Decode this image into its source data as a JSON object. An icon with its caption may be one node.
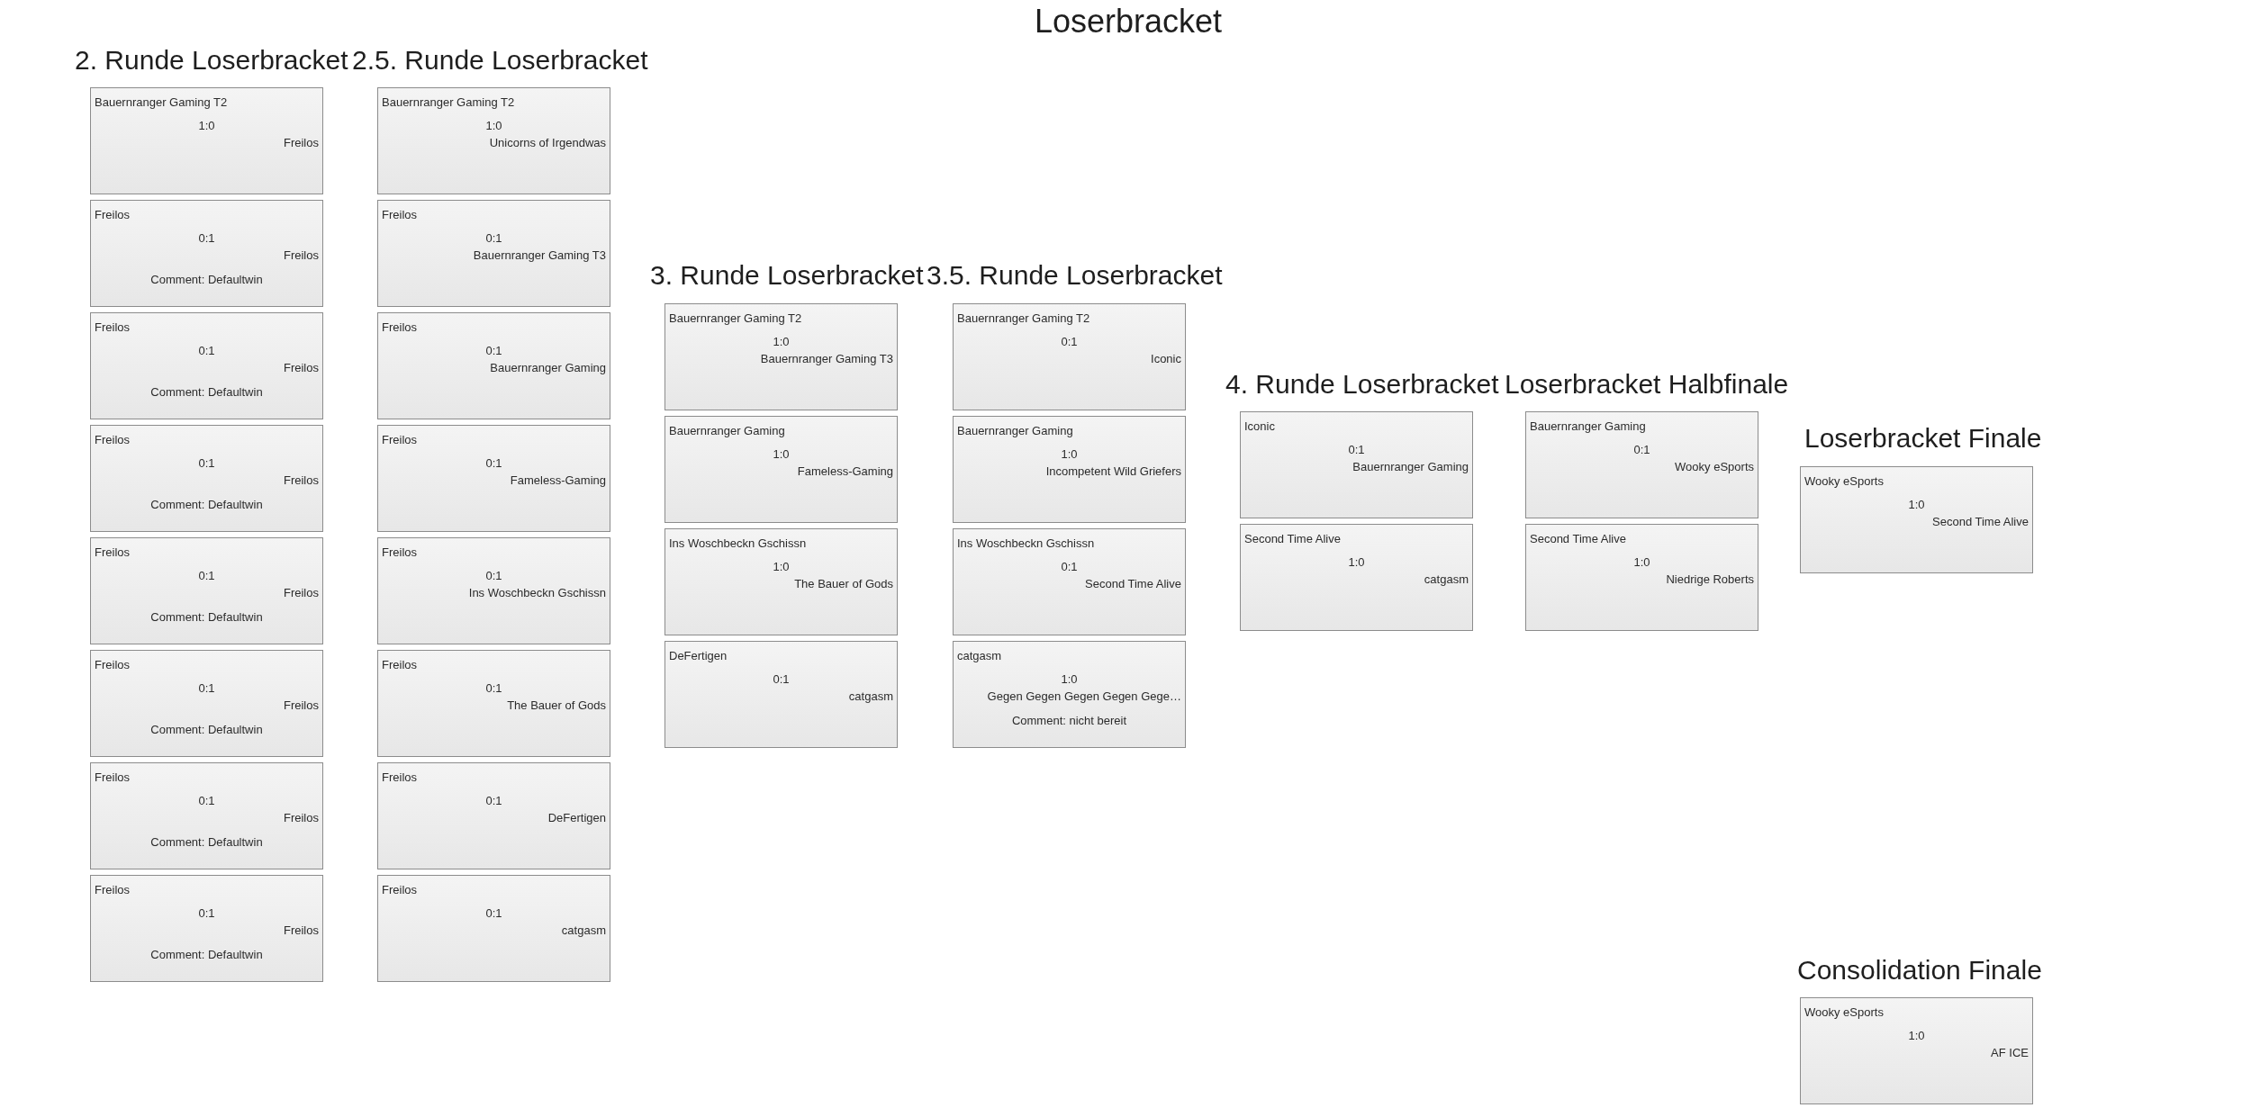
{
  "diagram": {
    "title": "Loserbracket",
    "nodes": [
      {
        "text": [
          "Bauernranger Gaming T2",
          "1:0",
          "Freilos"
        ]
      },
      {
        "text": [
          "Freilos",
          "0:1",
          "Freilos",
          "Comment: Defaultwin"
        ]
      },
      {
        "text": [
          "Freilos",
          "0:1",
          "Freilos",
          "Comment: Defaultwin"
        ]
      },
      {
        "text": [
          "Freilos",
          "0:1",
          "Freilos",
          "Comment: Defaultwin"
        ]
      },
      {
        "text": [
          "Freilos",
          "0:1",
          "Freilos",
          "Comment: Defaultwin"
        ]
      },
      {
        "text": [
          "Freilos",
          "0:1",
          "Freilos",
          "Comment: Defaultwin"
        ]
      },
      {
        "text": [
          "Freilos",
          "0:1",
          "Freilos",
          "Comment: Defaultwin"
        ]
      },
      {
        "text": [
          "Freilos",
          "0:1",
          "Freilos",
          "Comment: Defaultwin"
        ]
      },
      {
        "text": [
          "Bauernranger Gaming T2",
          "1:0",
          "Unicorns of Irgendwas"
        ]
      },
      {
        "text": [
          "Freilos",
          "0:1",
          "Bauernranger Gaming T3"
        ]
      },
      {
        "text": [
          "Freilos",
          "0:1",
          "Bauernranger Gaming"
        ]
      },
      {
        "text": [
          "Freilos",
          "0:1",
          "Fameless-Gaming"
        ]
      },
      {
        "text": [
          "Freilos",
          "0:1",
          "Ins Woschbeckn Gschissn"
        ]
      },
      {
        "text": [
          "Freilos",
          "0:1",
          "The Bauer of Gods"
        ]
      },
      {
        "text": [
          "Freilos",
          "0:1",
          "DeFertigen"
        ]
      },
      {
        "text": [
          "Freilos",
          "0:1",
          "catgasm"
        ]
      },
      {
        "text": [
          "Bauernranger Gaming T2",
          "1:0",
          "Bauernranger Gaming T3"
        ]
      },
      {
        "text": [
          "Bauernranger Gaming",
          "1:0",
          "Fameless-Gaming"
        ]
      },
      {
        "text": [
          "Ins Woschbeckn Gschissn",
          "1:0",
          "The Bauer of Gods"
        ]
      },
      {
        "text": [
          "DeFertigen",
          "0:1",
          "catgasm"
        ]
      },
      {
        "text": [
          "Bauernranger Gaming T2",
          "0:1",
          "Iconic"
        ]
      },
      {
        "text": [
          "Bauernranger Gaming",
          "1:0",
          "Incompetent Wild Griefers"
        ]
      },
      {
        "text": [
          "Ins Woschbeckn Gschissn",
          "0:1",
          "Second Time Alive"
        ]
      },
      {
        "text": [
          "catgasm",
          "1:0",
          "Gegen Gegen Gegen Gegen Gege…",
          "Comment: nicht bereit"
        ]
      },
      {
        "text": [
          "Iconic",
          "0:1",
          "Bauernranger Gaming"
        ]
      },
      {
        "text": [
          "Second Time Alive",
          "1:0",
          "catgasm"
        ]
      },
      {
        "text": [
          "Bauernranger Gaming",
          "0:1",
          "Wooky eSports"
        ]
      },
      {
        "text": [
          "Second Time Alive",
          "1:0",
          "Niedrige Roberts"
        ]
      },
      {
        "text": [
          "Wooky eSports",
          "1:0",
          "Second Time Alive"
        ]
      },
      {
        "text": [
          "Wooky eSports",
          "1:0",
          "AF ICE"
        ]
      }
    ],
    "labels": [
      "2. Runde Loserbracket",
      "2.5. Runde Loserbracket",
      "3. Runde Loserbracket",
      "3.5. Runde Loserbracket",
      "4. Runde Loserbracket",
      "Loserbracket Halbfinale",
      "Loserbracket Finale",
      "Consolidation Finale"
    ]
  }
}
